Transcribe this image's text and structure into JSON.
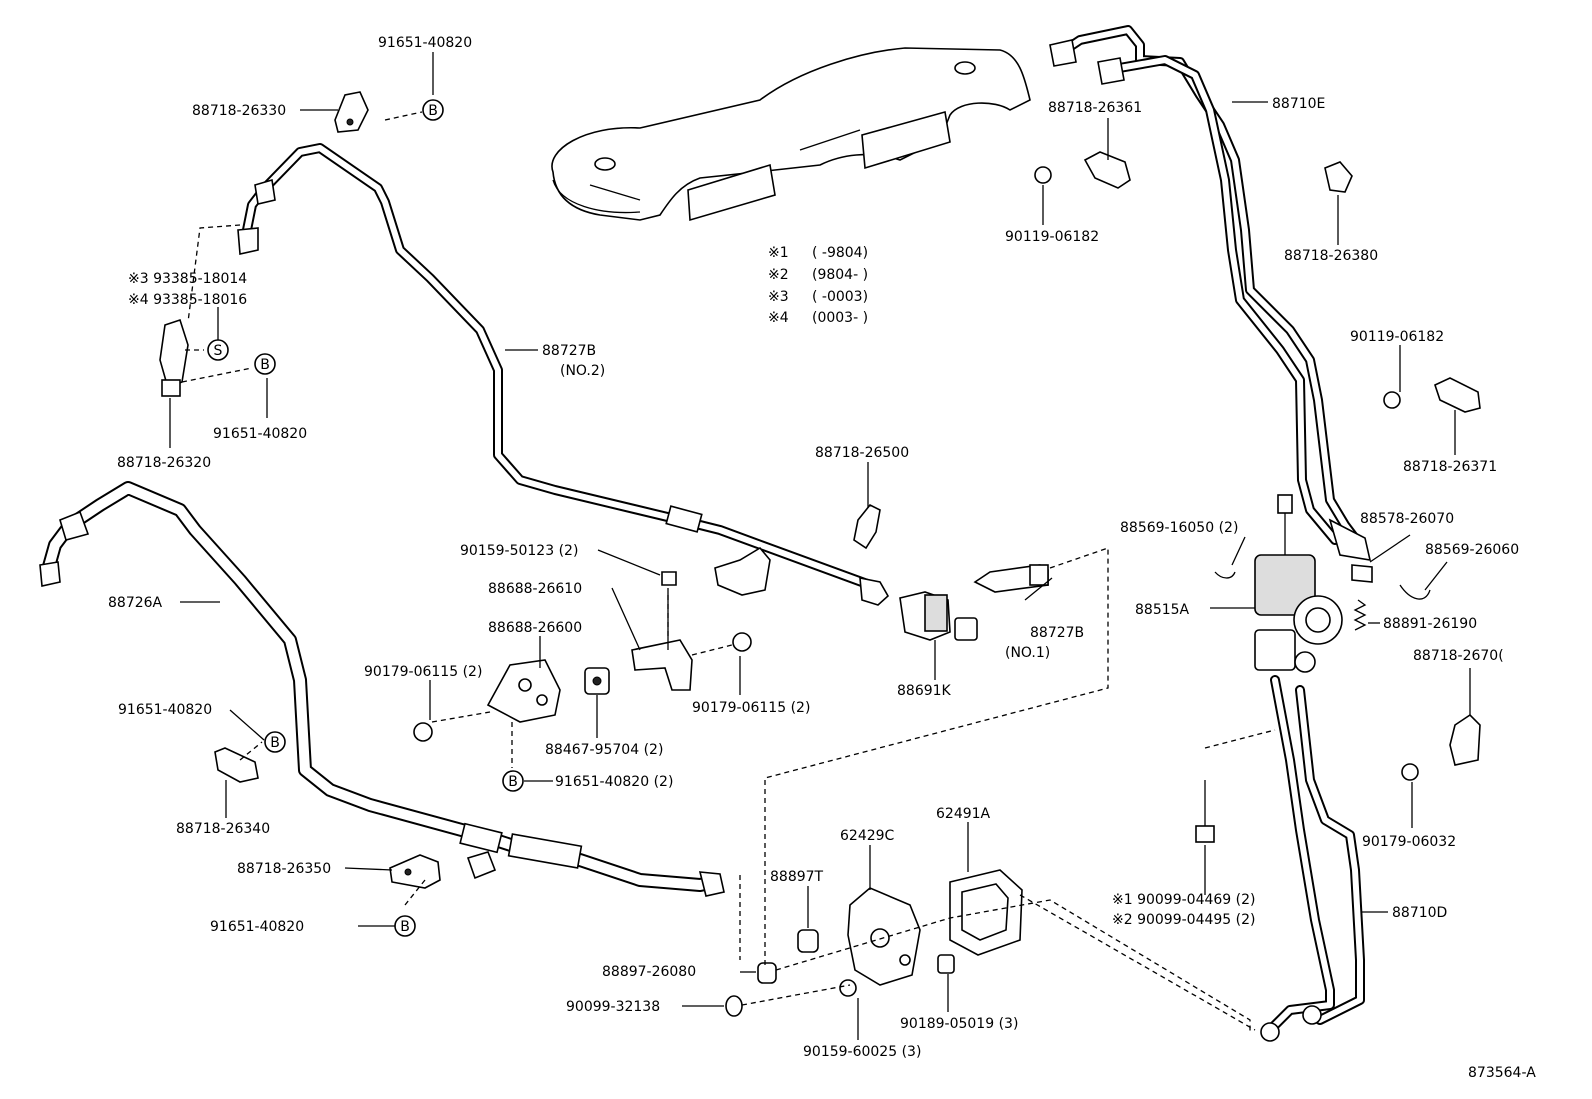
{
  "figure_id": "873564-A",
  "notes": [
    {
      "mark": "※1",
      "range": "(      -9804)"
    },
    {
      "mark": "※2",
      "range": "(9804-      )"
    },
    {
      "mark": "※3",
      "range": "(      -0003)"
    },
    {
      "mark": "※4",
      "range": "(0003-      )"
    }
  ],
  "symbols": {
    "bolt": "B",
    "screw": "S"
  },
  "labels": {
    "p91651_40820_top": "91651-40820",
    "p88718_26330": "88718-26330",
    "p93385_18014": "※3 93385-18014",
    "p93385_18016": "※4 93385-18016",
    "p91651_40820_left": "91651-40820",
    "p88718_26320": "88718-26320",
    "p88727B_no2": "88727B",
    "p88727B_no2_sub": "(NO.2)",
    "p88726A": "88726A",
    "p91651_40820_mid": "91651-40820",
    "p88718_26340": "88718-26340",
    "p88718_26350": "88718-26350",
    "p91651_40820_bot": "91651-40820",
    "p90159_50123": "90159-50123 (2)",
    "p88688_26610": "88688-26610",
    "p88688_26600": "88688-26600",
    "p90179_06115_l": "90179-06115 (2)",
    "p90179_06115_r": "90179-06115 (2)",
    "p88467_95704": "88467-95704 (2)",
    "p91651_40820_2": "91651-40820 (2)",
    "p88718_26500": "88718-26500",
    "p88691K": "88691K",
    "p88727B_no1": "88727B",
    "p88727B_no1_sub": "(NO.1)",
    "p88897T": "88897T",
    "p88897_26080": "88897-26080",
    "p90099_32138": "90099-32138",
    "p62429C": "62429C",
    "p62491A": "62491A",
    "p90159_60025": "90159-60025 (3)",
    "p90189_05019": "90189-05019 (3)",
    "p88718_26361": "88718-26361",
    "p90119_06182_top": "90119-06182",
    "p88710E": "88710E",
    "p88718_26380": "88718-26380",
    "p90119_06182_right": "90119-06182",
    "p88718_26371": "88718-26371",
    "p88569_16050": "88569-16050 (2)",
    "p88578_26070": "88578-26070",
    "p88569_26060": "88569-26060",
    "p88515A": "88515A",
    "p88891_26190": "88891-26190",
    "p88718_26700": "88718-2670(",
    "p90179_06032": "90179-06032",
    "p90099_04469": "※1  90099-04469 (2)",
    "p90099_04495": "※2  90099-04495 (2)",
    "p88710D": "88710D"
  }
}
